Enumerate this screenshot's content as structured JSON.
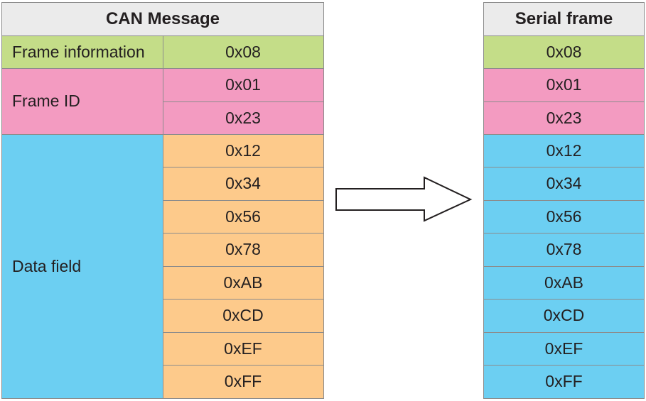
{
  "can_message": {
    "title": "CAN Message",
    "frame_information": {
      "label": "Frame information",
      "value": "0x08"
    },
    "frame_id": {
      "label": "Frame ID",
      "values": [
        "0x01",
        "0x23"
      ]
    },
    "data_field": {
      "label": "Data field",
      "values": [
        "0x12",
        "0x34",
        "0x56",
        "0x78",
        "0xAB",
        "0xCD",
        "0xEF",
        "0xFF"
      ]
    }
  },
  "serial_frame": {
    "title": "Serial frame",
    "values": [
      "0x08",
      "0x01",
      "0x23",
      "0x12",
      "0x34",
      "0x56",
      "0x78",
      "0xAB",
      "0xCD",
      "0xEF",
      "0xFF"
    ]
  },
  "colors": {
    "header": "#ebebeb",
    "frame_information": "#c4dd88",
    "frame_id": "#f39bc1",
    "data_field": "#6ccff2",
    "data_values": "#fdca8b",
    "grid_line": "#8c8c8c"
  }
}
